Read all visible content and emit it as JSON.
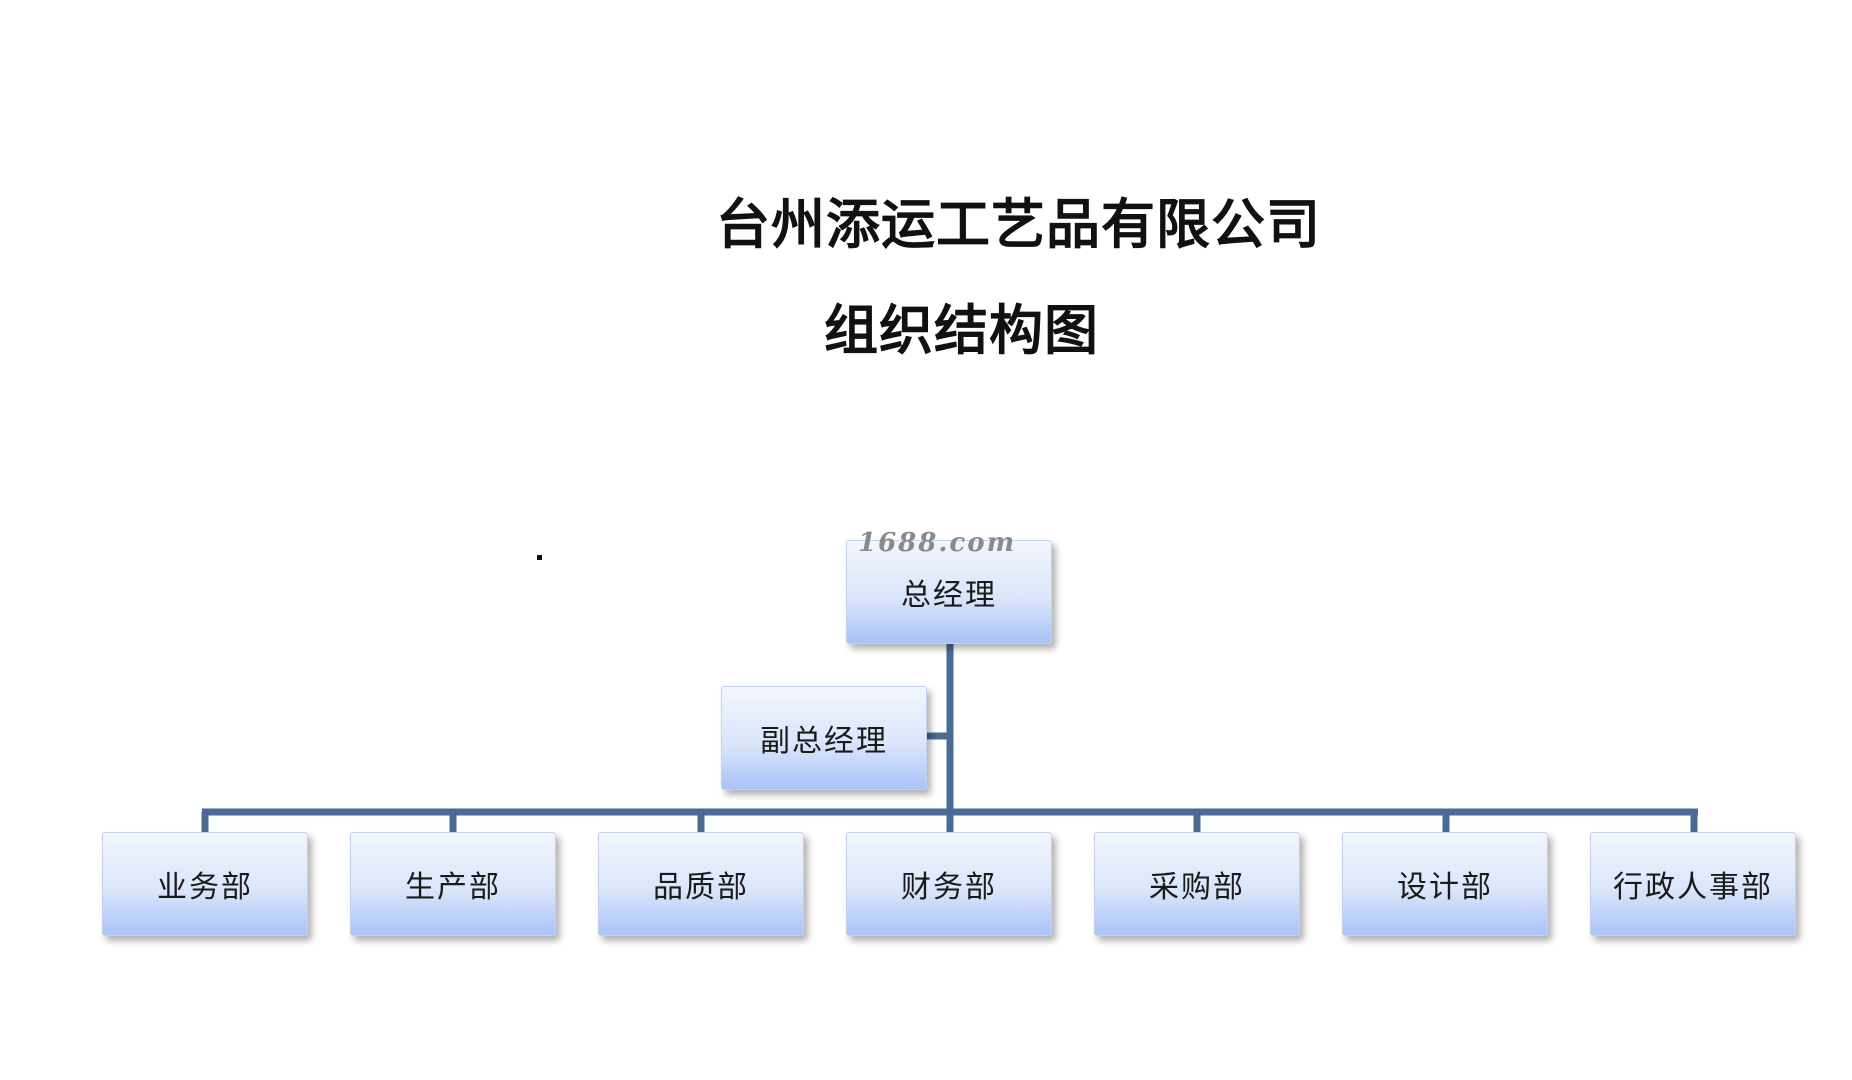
{
  "title": {
    "company": "台州添运工艺品有限公司",
    "subtitle": "组织结构图"
  },
  "watermark": "1688.com",
  "org": {
    "root": {
      "label": "总经理"
    },
    "assistant": {
      "label": "副总经理"
    },
    "departments": [
      {
        "label": "业务部"
      },
      {
        "label": "生产部"
      },
      {
        "label": "品质部"
      },
      {
        "label": "财务部"
      },
      {
        "label": "采购部"
      },
      {
        "label": "设计部"
      },
      {
        "label": "行政人事部"
      }
    ]
  },
  "colors": {
    "connector": "#4a6b94",
    "box_top": "#f2f6fd",
    "box_bottom": "#a9c3f7"
  }
}
